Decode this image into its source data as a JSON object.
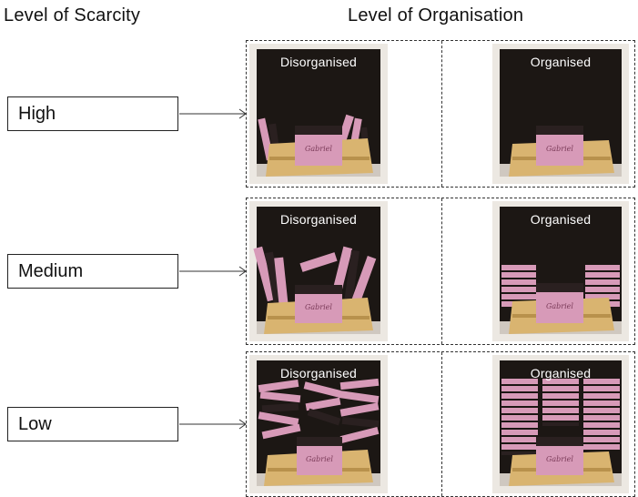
{
  "headers": {
    "scarcity": "Level of Scarcity",
    "organisation": "Level of Organisation"
  },
  "rows": [
    {
      "level": "High",
      "left_label": "Disorganised",
      "right_label": "Organised"
    },
    {
      "level": "Medium",
      "left_label": "Disorganised",
      "right_label": "Organised"
    },
    {
      "level": "Low",
      "left_label": "Disorganised",
      "right_label": "Organised"
    }
  ],
  "colors": {
    "shelf_interior": "#1c1714",
    "shelf_frame": "#ece8e2",
    "crate": "#d9b470",
    "chocolate_pink": "#d79ab8",
    "chocolate_dark": "#2a2020"
  }
}
